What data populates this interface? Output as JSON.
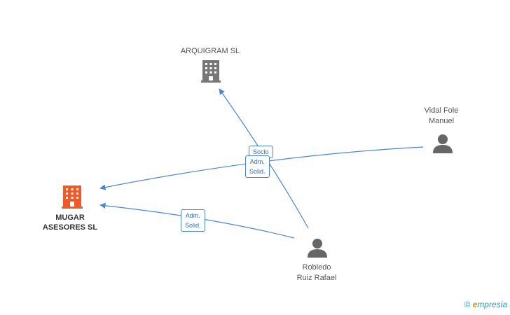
{
  "nodes": {
    "arquigram": {
      "label": "ARQUIGRAM SL",
      "type": "company",
      "color": "#777777"
    },
    "mugar": {
      "label_line1": "MUGAR",
      "label_line2": "ASESORES SL",
      "type": "company",
      "color": "#ef5a2a"
    },
    "vidal": {
      "label_line1": "Vidal Fole",
      "label_line2": "Manuel",
      "type": "person",
      "color": "#666666"
    },
    "robledo": {
      "label_line1": "Robledo",
      "label_line2": "Ruiz Rafael",
      "type": "person",
      "color": "#666666"
    }
  },
  "edges": {
    "robledo_arquigram": {
      "label": "Socio"
    },
    "vidal_mugar": {
      "label_line1": "Adm.",
      "label_line2": "Solid."
    },
    "robledo_mugar": {
      "label_line1": "Adm.",
      "label_line2": "Solid."
    }
  },
  "footer": {
    "copyright": "©",
    "brand_first": "e",
    "brand_rest": "mpresia"
  },
  "colors": {
    "edge": "#4a86d8"
  }
}
